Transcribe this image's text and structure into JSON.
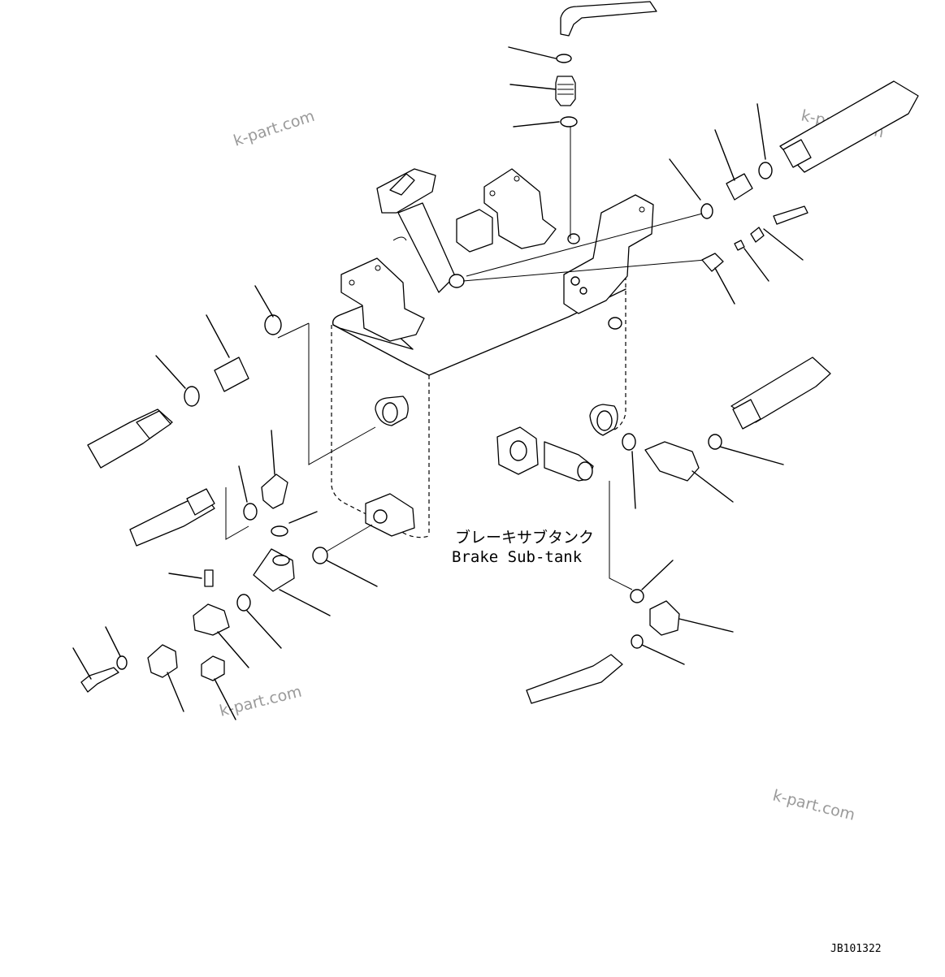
{
  "diagram": {
    "label_jp": "ブレーキサブタンク",
    "label_en": "Brake Sub-tank",
    "drawing_code": "JB101322",
    "watermark": "k-part.com"
  },
  "colors": {
    "line": "#000000",
    "watermark": "#9a9a9a",
    "background": "#ffffff"
  }
}
